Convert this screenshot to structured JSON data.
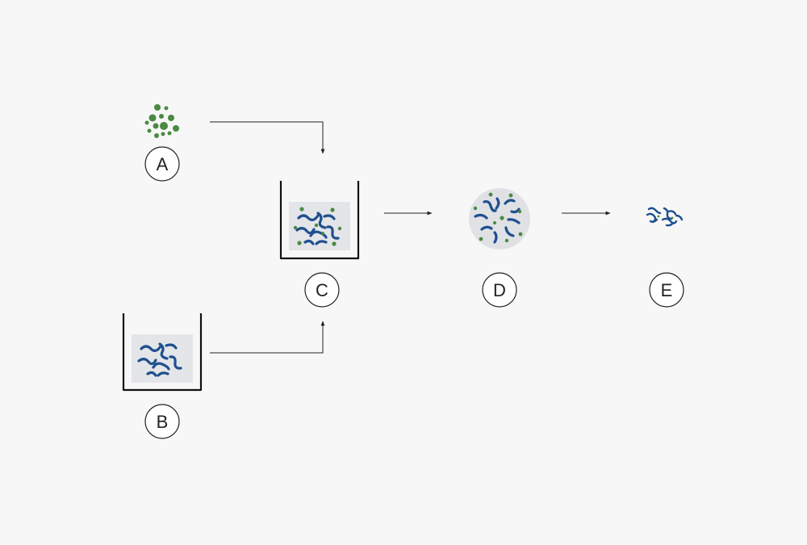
{
  "labels": {
    "a": "A",
    "b": "B",
    "c": "C",
    "d": "D",
    "e": "E"
  },
  "colors": {
    "background": "#f7f7f7",
    "particle_green": "#4a8a42",
    "polymer_blue": "#1f4f8f",
    "liquid_gray": "#e3e5e8",
    "sphere_gray": "#dfe1e5",
    "line": "#222222"
  },
  "icons": {
    "a": "green-particles-icon",
    "b": "beaker-with-polymer-icon",
    "c": "beaker-with-polymer-and-particles-icon",
    "d": "polymer-sphere-icon",
    "e": "aggregate-cluster-icon"
  }
}
